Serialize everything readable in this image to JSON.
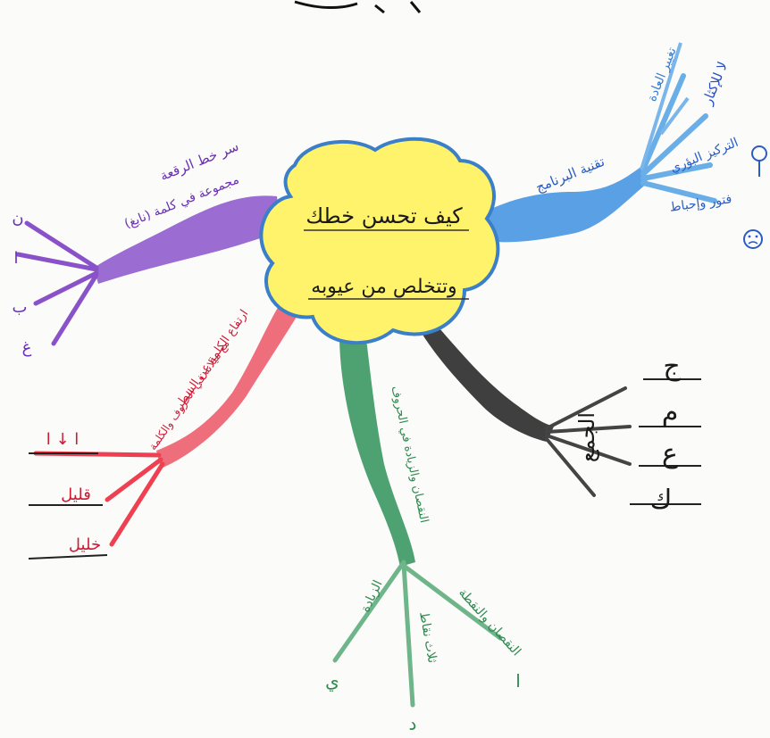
{
  "center": {
    "line1": "كيف تحسن خطك",
    "line2": "وتتخلص من عيوبه"
  },
  "branches": {
    "blue": {
      "label": "تقنية البرنامج",
      "sub": [
        "تغيير العادة",
        "لا للإكثار",
        "التركيز البؤري",
        "فتور وإحباط"
      ],
      "color": "#2f7fd0"
    },
    "purple": {
      "label_line1": "سر خط الرقعة",
      "label_line2": "مجموعة في كلمة (نابغ)",
      "letters": [
        "ن",
        "ا",
        "ب",
        "غ"
      ],
      "color": "#7a3bbf"
    },
    "red": {
      "label_line1": "ارتفاع الكلمة عن السطر",
      "label_line2": "مع ميلانه في الحروف والكلمة",
      "examples": [
        "ا ↓ ا",
        "قليل",
        "خليل"
      ],
      "color": "#e0233a"
    },
    "green": {
      "label": "النقصان والزيادة في الحروف",
      "sub": [
        "الزيادة",
        "ثلاث نقاط",
        "النقصان والنقطة"
      ],
      "letters": [
        "ي",
        "د",
        "ا"
      ],
      "color": "#2d8a4e"
    },
    "black": {
      "label": "الجمع",
      "letters": [
        "ج",
        "م",
        "ع",
        "ك"
      ],
      "color": "#222222"
    }
  }
}
